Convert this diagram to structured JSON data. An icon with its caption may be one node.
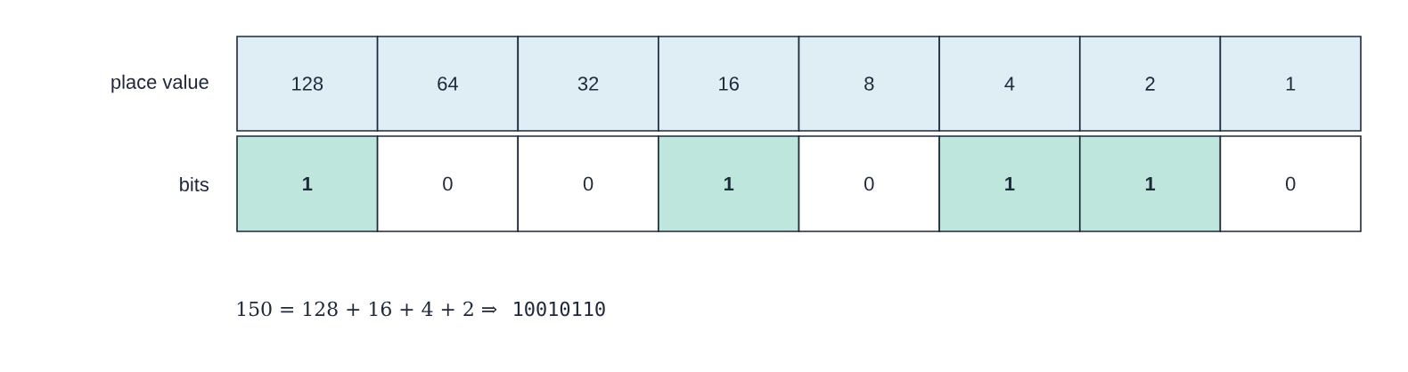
{
  "diagram": {
    "nodes": [
      {
        "text": [
          "128"
        ]
      },
      {
        "text": [
          "64"
        ]
      },
      {
        "text": [
          "32"
        ]
      },
      {
        "text": [
          "16"
        ]
      },
      {
        "text": [
          "8"
        ]
      },
      {
        "text": [
          "4"
        ]
      },
      {
        "text": [
          "2"
        ]
      },
      {
        "text": [
          "1"
        ]
      },
      {
        "text": [
          "1"
        ]
      },
      {
        "text": [
          "0"
        ]
      },
      {
        "text": [
          "0"
        ]
      },
      {
        "text": [
          "1"
        ]
      },
      {
        "text": [
          "0"
        ]
      },
      {
        "text": [
          "1"
        ]
      },
      {
        "text": [
          "1"
        ]
      },
      {
        "text": [
          "0"
        ]
      }
    ],
    "labels": [
      "place value",
      "bits",
      "150 = 128 + 16 + 4 + 2 ⇒",
      "10010110"
    ]
  }
}
